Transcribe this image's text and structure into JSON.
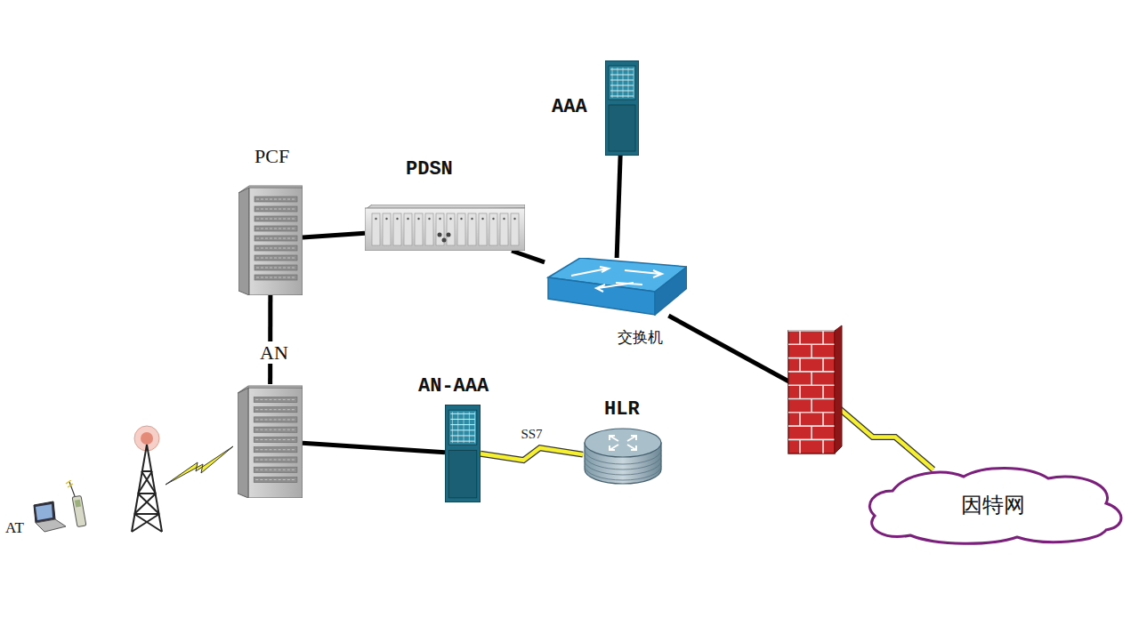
{
  "diagram": {
    "nodes": [
      {
        "text": [
          "AAA"
        ]
      },
      {
        "text": [
          "PCF"
        ]
      },
      {
        "text": [
          "PDSN"
        ]
      },
      {
        "text": [
          "交换机"
        ]
      },
      {
        "text": [
          "AN"
        ]
      },
      {
        "text": [
          "AN-AAA"
        ]
      },
      {
        "text": [
          "HLR"
        ]
      },
      {
        "text": [
          "AT"
        ]
      },
      {
        "text": [
          "因特网"
        ]
      }
    ],
    "edges": [
      {
        "from": 1,
        "to": 2,
        "arrow": "none"
      },
      {
        "from": 2,
        "to": 3,
        "arrow": "none"
      },
      {
        "from": 0,
        "to": 3,
        "arrow": "none"
      },
      {
        "from": 1,
        "to": 4,
        "arrow": "none"
      },
      {
        "from": 4,
        "to": 5,
        "arrow": "none"
      },
      {
        "from": 5,
        "to": 6,
        "label": "SS7",
        "arrow": "none"
      },
      {
        "from": 3,
        "to": 8,
        "arrow": "none"
      }
    ]
  }
}
